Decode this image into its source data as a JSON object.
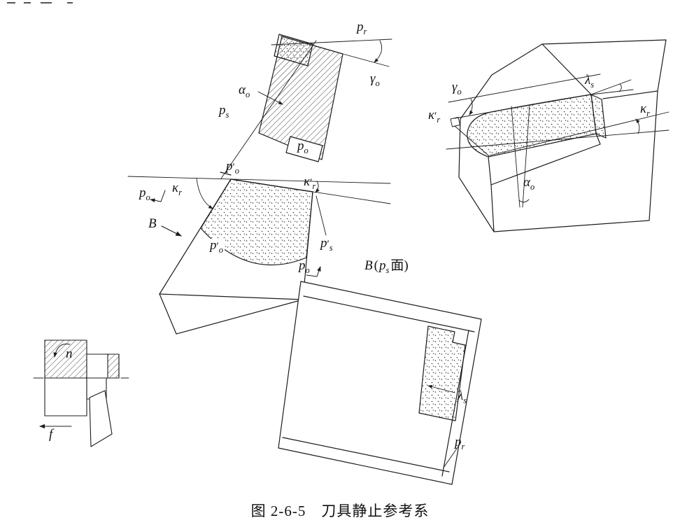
{
  "figure": {
    "caption": "图 2-6-5　刀具静止参考系"
  },
  "labels": {
    "ortho_pr": {
      "base": "p",
      "sub": "r"
    },
    "ortho_gamma_o": {
      "base": "γ",
      "sub": "o"
    },
    "ortho_alpha_o": {
      "base": "α",
      "sub": "o"
    },
    "ortho_ps": {
      "base": "p",
      "sub": "s"
    },
    "ortho_po_prime_top": {
      "base": "p",
      "prime": "′",
      "sub": "o"
    },
    "ortho_po_left": {
      "base": "p",
      "sub": "o"
    },
    "ortho_kappa_r": {
      "base": "κ",
      "sub": "r"
    },
    "ortho_B": {
      "base": "B"
    },
    "ortho_po_prime_mid": {
      "base": "p",
      "prime": "′",
      "sub": "o"
    },
    "ortho_po_box": {
      "base": "p",
      "sub": "o"
    },
    "ortho_kappa_r_prime": {
      "base": "κ",
      "prime": "′",
      "sub": "r"
    },
    "ortho_ps_prime": {
      "base": "p",
      "prime": "′",
      "sub": "s"
    },
    "ortho_po_right": {
      "base": "p",
      "sub": "o"
    },
    "persp_gamma_o": {
      "base": "γ",
      "sub": "o"
    },
    "persp_lambda_s": {
      "base": "λ",
      "sub": "s"
    },
    "persp_kappa_r_prime": {
      "base": "κ",
      "prime": "′",
      "sub": "r"
    },
    "persp_kappa_r": {
      "base": "κ",
      "sub": "r"
    },
    "persp_alpha_o": {
      "base": "α",
      "sub": "o"
    },
    "bview_title": {
      "b1": "B",
      "open": "(",
      "base": "p",
      "sub": "s",
      "close": "面)"
    },
    "bview_lambda_s": {
      "base": "λ",
      "sub": "s"
    },
    "bview_pr": {
      "base": "p",
      "sub": "r"
    },
    "turn_n": {
      "base": "n"
    },
    "turn_f": {
      "base": "f"
    }
  }
}
